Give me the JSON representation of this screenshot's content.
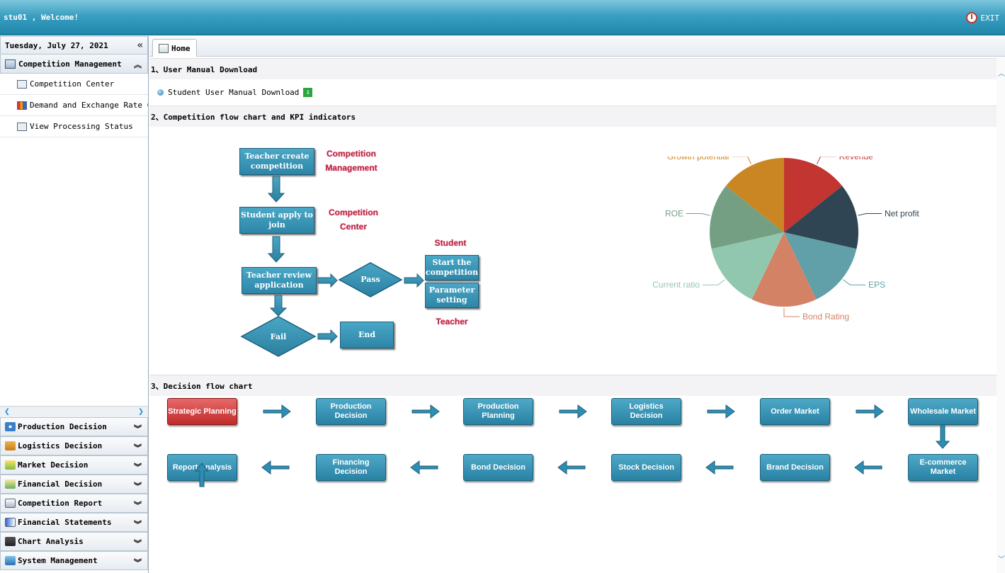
{
  "header": {
    "welcome": "stu01 , Welcome!",
    "exit_label": "EXIT",
    "exit_icon": "power-icon"
  },
  "sidebar": {
    "date": "Tuesday, July 27, 2021",
    "group": {
      "label": "Competition Management",
      "icon": "calendar-icon"
    },
    "items": [
      {
        "label": "Competition Center",
        "icon": "grid-icon"
      },
      {
        "label": "Demand and Exchange Rate Chart",
        "icon": "bar-chart-icon"
      },
      {
        "label": "View Processing Status",
        "icon": "monitor-icon"
      }
    ],
    "accordion": [
      {
        "label": "Production Decision",
        "icon": "gear-icon"
      },
      {
        "label": "Logistics Decision",
        "icon": "truck-icon"
      },
      {
        "label": "Market Decision",
        "icon": "star-icon"
      },
      {
        "label": "Financial Decision",
        "icon": "ledger-icon"
      },
      {
        "label": "Competition Report",
        "icon": "report-icon"
      },
      {
        "label": "Financial Statements",
        "icon": "statement-icon"
      },
      {
        "label": "Chart Analysis",
        "icon": "chart-icon"
      },
      {
        "label": "System Management",
        "icon": "computer-icon"
      }
    ]
  },
  "main": {
    "tab": "Home",
    "section1": "1、User Manual Download",
    "download_label": "Student User Manual Download",
    "section2": "2、Competition flow chart and KPI indicators",
    "section3": "3、Decision flow chart"
  },
  "flowchart": {
    "teacher_create": "Teacher create competition",
    "student_apply": "Student apply to join",
    "teacher_review": "Teacher review application",
    "pass": "Pass",
    "fail": "Fail",
    "end": "End",
    "start": "Start the competition",
    "parameter": "Parameter setting",
    "label_comp_mgmt": "Competition Management",
    "label_comp_center": "Competition Center",
    "label_student": "Student",
    "label_teacher": "Teacher"
  },
  "chart_data": {
    "type": "pie",
    "categories": [
      "Revenue",
      "Net profit",
      "EPS",
      "Bond Rating",
      "Current ratio",
      "ROE",
      "Growth potential"
    ],
    "values": [
      1,
      1,
      1,
      1,
      1,
      1,
      1
    ],
    "colors": [
      "#c23531",
      "#2f4554",
      "#61a0a8",
      "#d48265",
      "#91c7ae",
      "#749f83",
      "#ca8622"
    ],
    "legend": "none"
  },
  "decision_flow": {
    "top_row": [
      "Strategic Planning",
      "Production Decision",
      "Production Planning",
      "Logistics Decision",
      "Order Market",
      "Wholesale Market"
    ],
    "bottom_row": [
      "Report Analysis",
      "Financing Decision",
      "Bond Decision",
      "Stock Decision",
      "Brand Decision",
      "E-commerce Market"
    ]
  }
}
